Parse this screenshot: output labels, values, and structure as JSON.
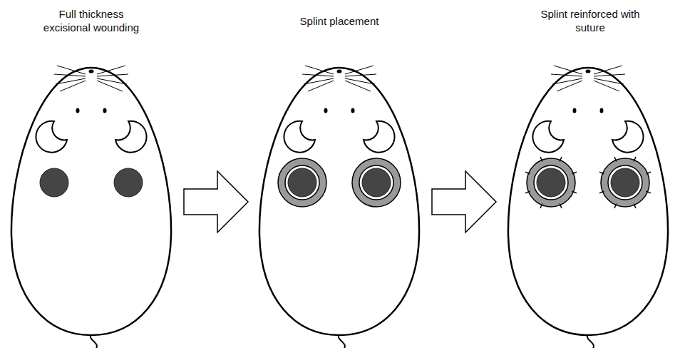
{
  "diagram": {
    "labels": [
      "Full thickness excisional wounding",
      "Splint placement",
      "Splint reinforced with suture"
    ]
  }
}
